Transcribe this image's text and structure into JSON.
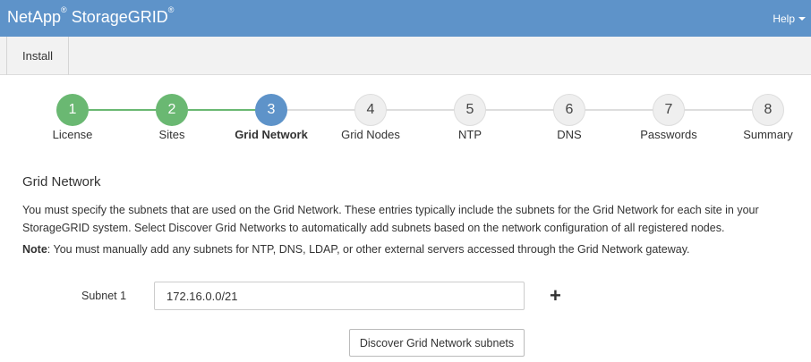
{
  "header": {
    "brand_netapp": "NetApp",
    "brand_reg1": "®",
    "brand_product": " StorageGRID",
    "brand_reg2": "®",
    "help_label": "Help"
  },
  "tabs": [
    {
      "label": "Install"
    }
  ],
  "steps": [
    {
      "number": "1",
      "label": "License",
      "state": "done"
    },
    {
      "number": "2",
      "label": "Sites",
      "state": "done"
    },
    {
      "number": "3",
      "label": "Grid Network",
      "state": "active"
    },
    {
      "number": "4",
      "label": "Grid Nodes",
      "state": "todo"
    },
    {
      "number": "5",
      "label": "NTP",
      "state": "todo"
    },
    {
      "number": "6",
      "label": "DNS",
      "state": "todo"
    },
    {
      "number": "7",
      "label": "Passwords",
      "state": "todo"
    },
    {
      "number": "8",
      "label": "Summary",
      "state": "todo"
    }
  ],
  "content": {
    "title": "Grid Network",
    "description": "You must specify the subnets that are used on the Grid Network. These entries typically include the subnets for the Grid Network for each site in your StorageGRID system. Select Discover Grid Networks to automatically add subnets based on the network configuration of all registered nodes.",
    "note_label": "Note",
    "note_text": ": You must manually add any subnets for NTP, DNS, LDAP, or other external servers accessed through the Grid Network gateway.",
    "subnet_label": "Subnet 1",
    "subnet_value": "172.16.0.0/21",
    "add_icon_glyph": "+",
    "discover_button": "Discover Grid Network subnets"
  },
  "colors": {
    "header_bg": "#5e93c9",
    "step_done": "#6ab872",
    "step_active": "#5e93c9",
    "step_todo": "#efefef"
  }
}
